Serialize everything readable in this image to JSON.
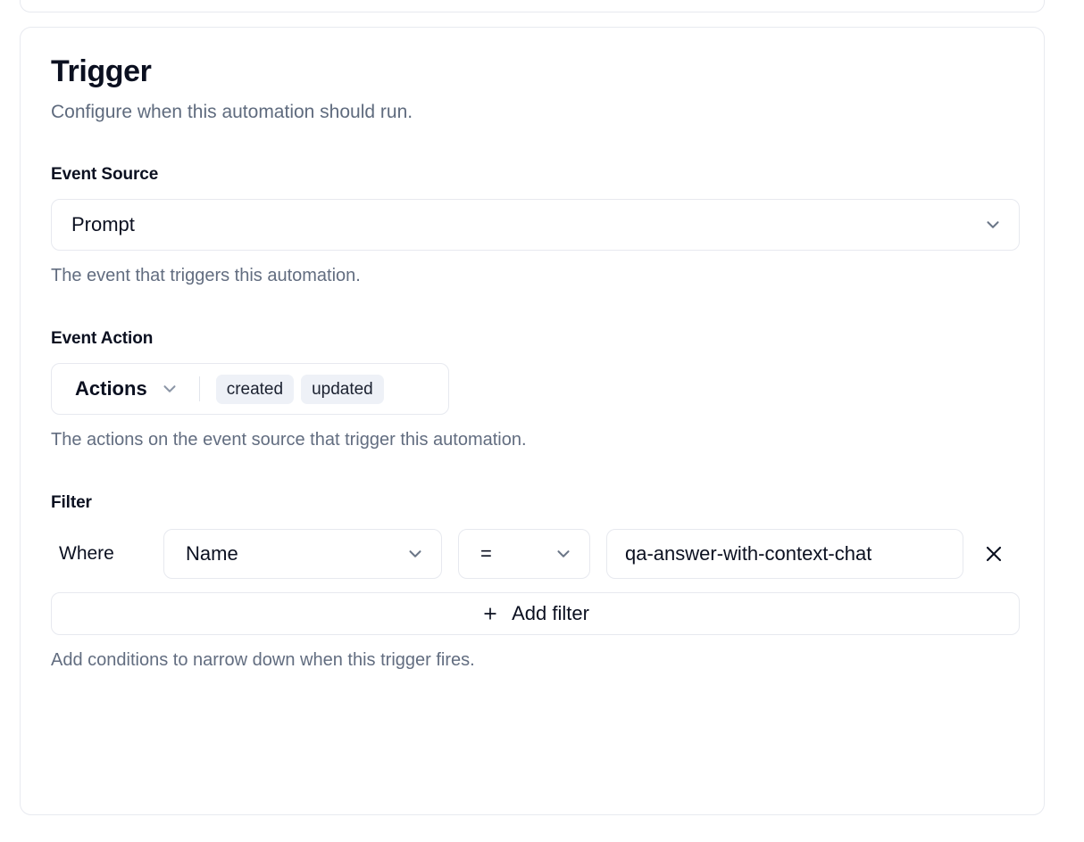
{
  "card": {
    "title": "Trigger",
    "subtitle": "Configure when this automation should run."
  },
  "event_source": {
    "label": "Event Source",
    "selected": "Prompt",
    "help": "The event that triggers this automation.",
    "chevron_icon": "chevron-down-icon"
  },
  "event_action": {
    "label": "Event Action",
    "combo_label": "Actions",
    "badges": [
      "created",
      "updated"
    ],
    "help": "The actions on the event source that trigger this automation.",
    "chevron_icon": "chevron-down-icon"
  },
  "filter": {
    "label": "Filter",
    "where_label": "Where",
    "rows": [
      {
        "field": "Name",
        "operator": "=",
        "value": "qa-answer-with-context-chat",
        "remove_icon": "close-icon"
      }
    ],
    "add_filter_label": "Add filter",
    "add_filter_icon": "plus-icon",
    "help": "Add conditions to narrow down when this trigger fires."
  },
  "colors": {
    "card_border": "#e8eaf0",
    "control_border": "#e7e9ef",
    "badge_bg": "#eef1f7",
    "text_primary": "#0b1020",
    "text_muted": "#626d80",
    "chevron": "#8b95a6"
  }
}
